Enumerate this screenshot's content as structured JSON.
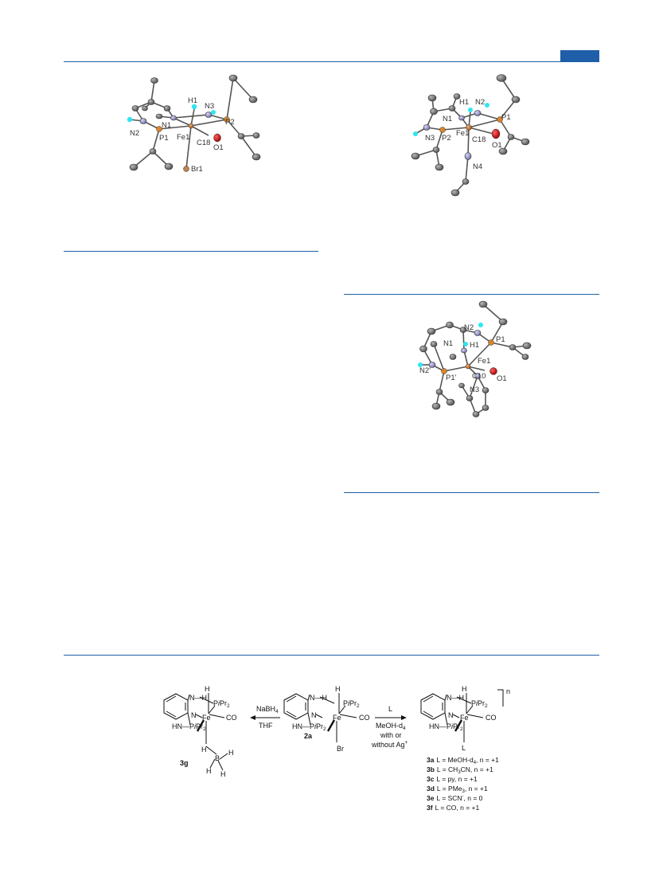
{
  "colors": {
    "accent": "#1f5ea8",
    "iron": "#c9731e",
    "phosphorus": "#d9852b",
    "nitrogen": "#8f8fc7",
    "hydrogen": "#2ee6f0",
    "oxygen": "#d01010",
    "carbon": "#5a5a5a",
    "bromine": "#b87333"
  },
  "figure1": {
    "atom_labels": [
      "H1",
      "N3",
      "N1",
      "P2",
      "N2",
      "P1",
      "Fe1",
      "C18",
      "O1",
      "Br1"
    ]
  },
  "figure2": {
    "atom_labels": [
      "H1",
      "N2",
      "N1",
      "P1",
      "N3",
      "P2",
      "Fe1",
      "C18",
      "O1",
      "N4"
    ]
  },
  "figure3": {
    "atom_labels": [
      "N2",
      "H1",
      "P1",
      "N1",
      "Fe1",
      "N2'",
      "P1'",
      "C10",
      "O1",
      "N3"
    ]
  },
  "scheme": {
    "left": {
      "id": "3g",
      "H_top": "H",
      "NH": "N—H",
      "P_upper": "P",
      "P_upper_sub": "i",
      "P_upper_rest": "Pr",
      "P_upper_num": "2",
      "N_ring": "N",
      "Fe": "Fe",
      "CO": "CO",
      "HN_lower": "HN—P",
      "P_lower_sub": "i",
      "P_lower_rest": "Pr",
      "P_lower_num": "2",
      "BH_H": "H",
      "B": "B",
      "H_b1": "H",
      "H_b2": "H",
      "H_b3": "H"
    },
    "arrow_left": {
      "top": "NaBH",
      "top_sub": "4",
      "bottom": "THF"
    },
    "center": {
      "id": "2a",
      "H_top": "H",
      "NH": "N—H",
      "P_upper": "P",
      "P_upper_sub": "i",
      "P_upper_rest": "Pr",
      "P_upper_num": "2",
      "N_ring": "N",
      "Fe": "Fe",
      "CO": "CO",
      "HN_lower": "HN—P",
      "P_lower_sub": "i",
      "P_lower_rest": "Pr",
      "P_lower_num": "2",
      "Br": "Br"
    },
    "arrow_right": {
      "top": "L",
      "line2": "MeOH-d",
      "line2_sub": "4",
      "line3": "with or",
      "line4": "without Ag",
      "line4_sup": "+"
    },
    "right": {
      "H_top": "H",
      "NH": "N—H",
      "P_upper": "P",
      "P_upper_sub": "i",
      "P_upper_rest": "Pr",
      "P_upper_num": "2",
      "N_ring": "N",
      "Fe": "Fe",
      "CO": "CO",
      "HN_lower": "HN—P",
      "P_lower_sub": "i",
      "P_lower_rest": "Pr",
      "P_lower_num": "2",
      "L": "L",
      "charge": "n"
    },
    "legend": [
      {
        "id": "3a",
        "text": "L = MeOH-d",
        "sub": "4",
        "rest": ", n = +1"
      },
      {
        "id": "3b",
        "text": "L = CH",
        "sub": "3",
        "rest": "CN, n = +1"
      },
      {
        "id": "3c",
        "text": "L = py, n = +1",
        "sub": "",
        "rest": ""
      },
      {
        "id": "3d",
        "text": "L = PMe",
        "sub": "3",
        "rest": ", n = +1"
      },
      {
        "id": "3e",
        "text": "L = SCN",
        "sub": "",
        "sup": "-",
        "rest": ", n = 0"
      },
      {
        "id": "3f",
        "text": "L = CO, n = +1",
        "sub": "",
        "rest": ""
      }
    ]
  }
}
